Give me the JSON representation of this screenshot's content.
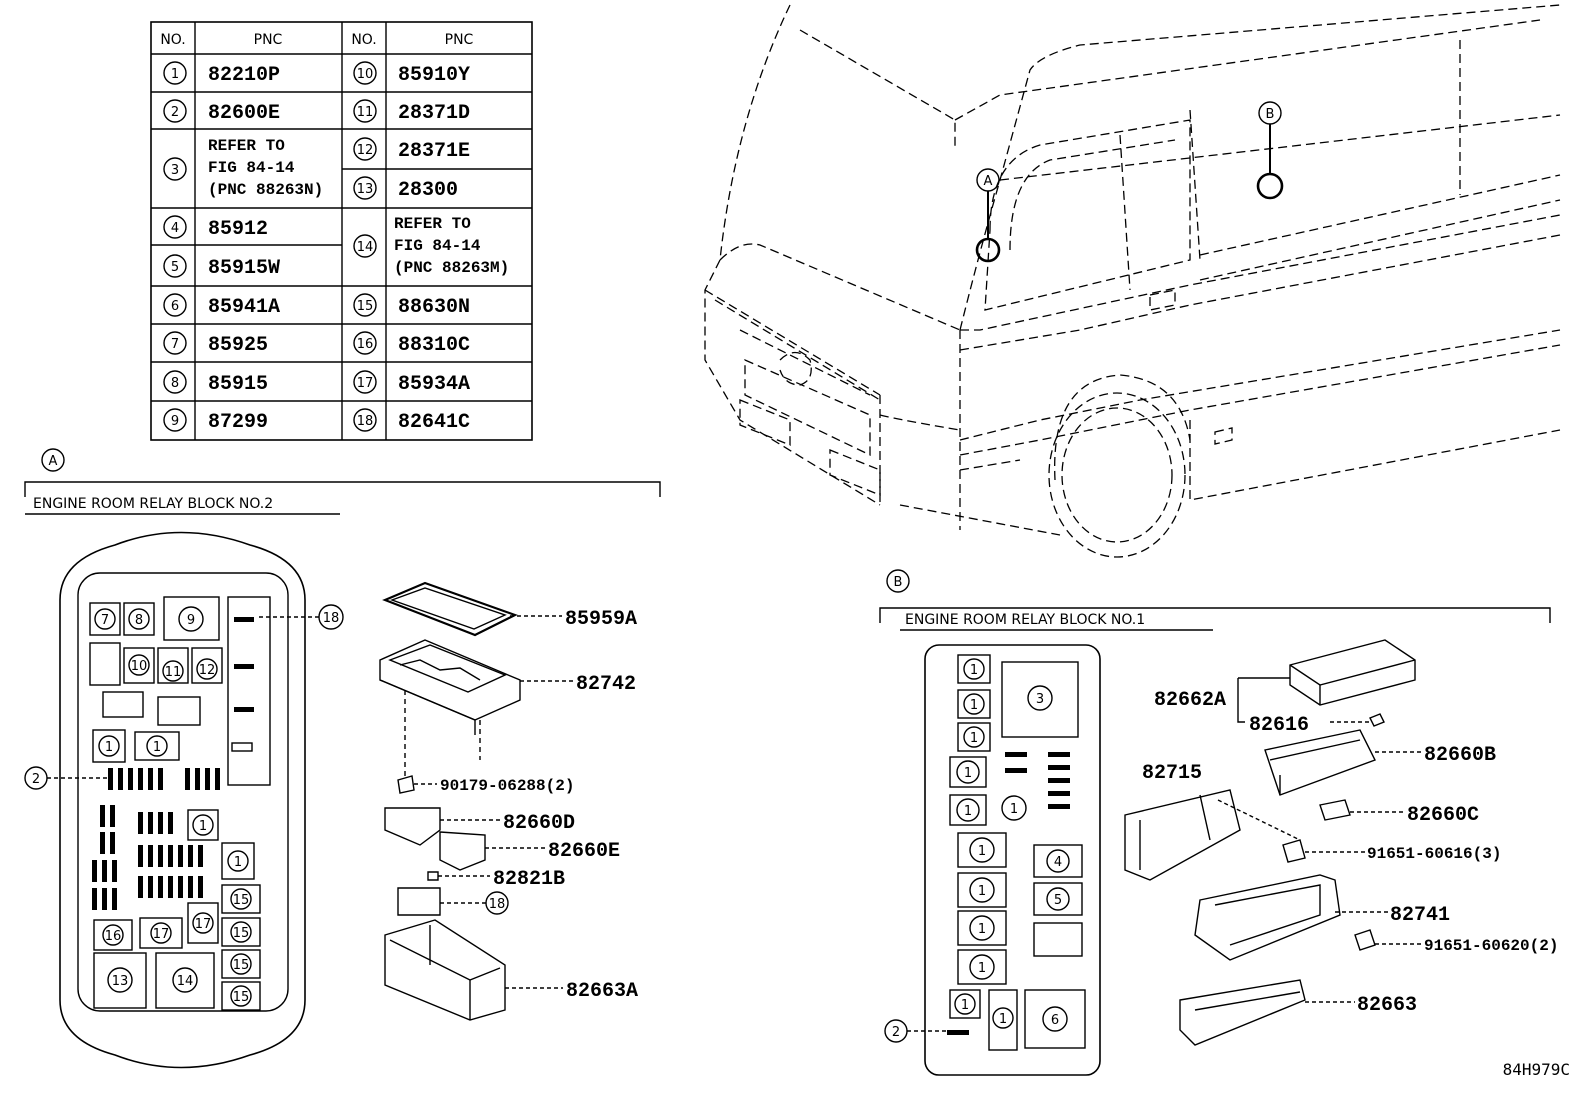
{
  "table": {
    "header": {
      "no": "NO.",
      "pnc": "PNC"
    },
    "rows": [
      {
        "no": "1",
        "pnc": "82210P"
      },
      {
        "no": "2",
        "pnc": "82600E"
      },
      {
        "no": "3",
        "pnc_lines": [
          "REFER TO",
          "FIG 84-14",
          "(PNC 88263N)"
        ]
      },
      {
        "no": "4",
        "pnc": "85912"
      },
      {
        "no": "5",
        "pnc": "85915W"
      },
      {
        "no": "6",
        "pnc": "85941A"
      },
      {
        "no": "7",
        "pnc": "85925"
      },
      {
        "no": "8",
        "pnc": "85915"
      },
      {
        "no": "9",
        "pnc": "87299"
      },
      {
        "no": "10",
        "pnc": "85910Y"
      },
      {
        "no": "11",
        "pnc": "28371D"
      },
      {
        "no": "12",
        "pnc": "28371E"
      },
      {
        "no": "13",
        "pnc": "28300"
      },
      {
        "no": "14",
        "pnc_lines": [
          "REFER TO",
          "FIG 84-14",
          "(PNC 88263M)"
        ]
      },
      {
        "no": "15",
        "pnc": "88630N"
      },
      {
        "no": "16",
        "pnc": "88310C"
      },
      {
        "no": "17",
        "pnc": "85934A"
      },
      {
        "no": "18",
        "pnc": "82641C"
      }
    ]
  },
  "section_a": {
    "marker": "A",
    "title": "ENGINE ROOM RELAY BLOCK NO.2",
    "parts": [
      "85959A",
      "82742",
      "90179-06288(2)",
      "82660D",
      "82660E",
      "82821B",
      "18",
      "82663A"
    ]
  },
  "section_b": {
    "marker": "B",
    "title": "ENGINE ROOM RELAY BLOCK NO.1",
    "parts": [
      "82662A",
      "82616",
      "82660B",
      "82715",
      "82660C",
      "91651-60616(3)",
      "82741",
      "91651-60620(2)",
      "82663"
    ]
  },
  "vehicle_markers": [
    "A",
    "B"
  ],
  "figure_code": "84H979C",
  "colors": {
    "line": "#000000",
    "background": "#ffffff"
  }
}
